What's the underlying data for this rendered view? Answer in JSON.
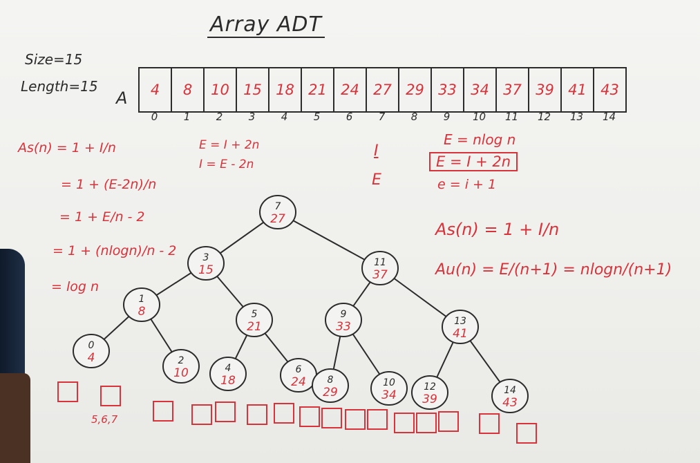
{
  "title": "Array ADT",
  "size_label": "Size=15",
  "length_label": "Length=15",
  "array_name": "A",
  "array_values": [
    "4",
    "8",
    "10",
    "15",
    "18",
    "21",
    "24",
    "27",
    "29",
    "33",
    "34",
    "37",
    "39",
    "41",
    "43"
  ],
  "array_indices": [
    "0",
    "1",
    "2",
    "3",
    "4",
    "5",
    "6",
    "7",
    "8",
    "9",
    "10",
    "11",
    "12",
    "13",
    "14"
  ],
  "left_derivation": {
    "l1": "As(n) = 1 + I/n",
    "l2": "= 1 + (E-2n)/n",
    "l3": "= 1 + E/n - 2",
    "l4": "= 1 + (nlogn)/n - 2",
    "l5": "= log n"
  },
  "middle_equations": {
    "e1": "E = I + 2n",
    "e2": "I = E - 2n"
  },
  "center_labels": {
    "i": "I",
    "e": "E"
  },
  "right_top": {
    "t1": "E = nlog n",
    "t2": "E = I + 2n",
    "t3": "e = i + 1"
  },
  "formulas": {
    "as": "As(n) = 1 + I/n",
    "au": "Au(n) = E/(n+1) = nlogn/(n+1)"
  },
  "external_note": "5,6,7",
  "tree_nodes": [
    {
      "idx": "7",
      "val": "27"
    },
    {
      "idx": "3",
      "val": "15"
    },
    {
      "idx": "11",
      "val": "37"
    },
    {
      "idx": "1",
      "val": "8"
    },
    {
      "idx": "5",
      "val": "21"
    },
    {
      "idx": "9",
      "val": "33"
    },
    {
      "idx": "13",
      "val": "41"
    },
    {
      "idx": "0",
      "val": "4"
    },
    {
      "idx": "2",
      "val": "10"
    },
    {
      "idx": "4",
      "val": "18"
    },
    {
      "idx": "6",
      "val": "24"
    },
    {
      "idx": "8",
      "val": "29"
    },
    {
      "idx": "10",
      "val": "34"
    },
    {
      "idx": "12",
      "val": "39"
    },
    {
      "idx": "14",
      "val": "43"
    }
  ],
  "colors": {
    "red_marker": "#d8323b",
    "black_marker": "#2b2b2b",
    "board": "#f1f1ef"
  }
}
